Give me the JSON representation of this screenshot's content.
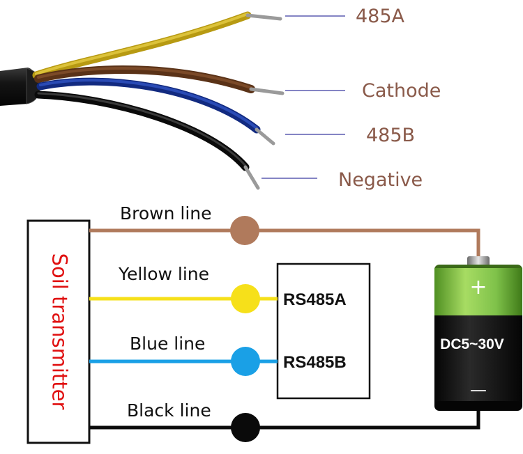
{
  "callouts": {
    "a485": "485A",
    "cathode": "Cathode",
    "b485": "485B",
    "negative": "Negative"
  },
  "wires": {
    "brown": {
      "label": "Brown line",
      "color": "#b07a5c"
    },
    "yellow": {
      "label": "Yellow line",
      "color": "#f6e01a"
    },
    "blue": {
      "label": "Blue line",
      "color": "#1aa0e6"
    },
    "black": {
      "label": "Black line",
      "color": "#0a0a0a"
    }
  },
  "transmitter": {
    "title": "Soil transmitter"
  },
  "module": {
    "rs485a": "RS485A",
    "rs485b": "RS485B"
  },
  "battery": {
    "voltage": "DC5~30V",
    "plus": "+",
    "minus": "—"
  },
  "colors": {
    "callout_text": "#8a5a4a",
    "callout_line": "#3a3aa0",
    "title_red": "#e01010",
    "battery_green": "#7fc24a",
    "battery_black": "#151515"
  }
}
